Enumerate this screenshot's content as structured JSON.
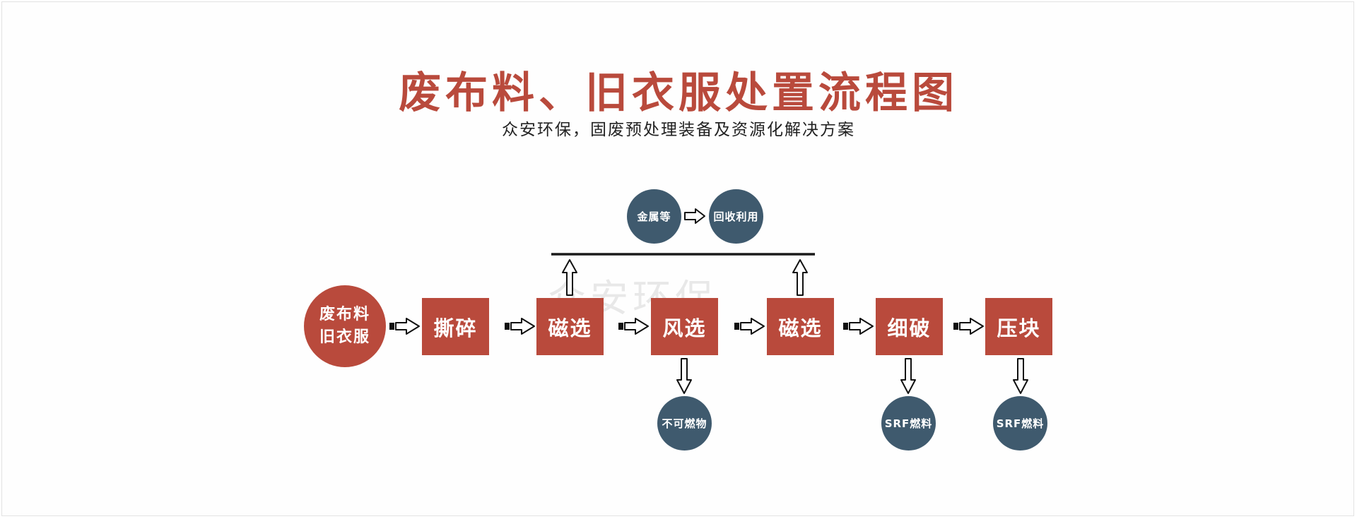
{
  "title": "废布料、旧衣服处置流程图",
  "subtitle": "众安环保，固废预处理装备及资源化解决方案",
  "watermark": "众安环保",
  "colors": {
    "process": "#b94a3c",
    "output": "#3f5a6e",
    "title": "#b94a3c"
  },
  "start": {
    "line1": "废布料",
    "line2": "旧衣服"
  },
  "process": [
    "撕碎",
    "磁选",
    "风选",
    "磁选",
    "细破",
    "压块"
  ],
  "recovery": {
    "metal": "金属等",
    "recycle": "回收利用"
  },
  "outputs": {
    "noncombustible": "不可燃物",
    "srf1": "SRF燃料",
    "srf2": "SRF燃料"
  }
}
